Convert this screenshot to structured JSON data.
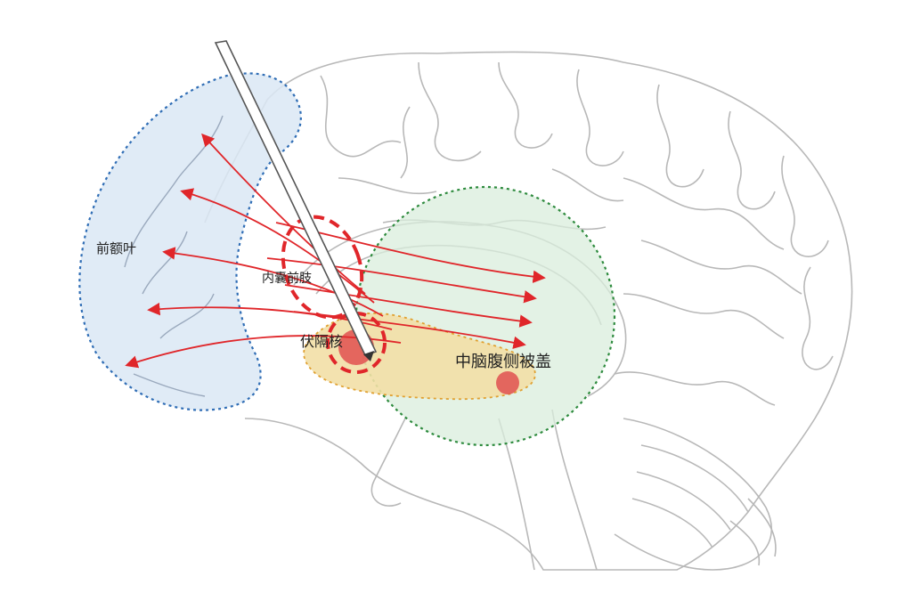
{
  "labels": {
    "prefrontal": "前额叶",
    "internal_capsule": "内囊前肢",
    "nucleus_accumbens": "伏隔核",
    "vta": "中脑腹侧被盖"
  },
  "colors": {
    "prefrontal_fill": "#dbe7f5",
    "prefrontal_border": "#2f6db5",
    "midbrain_fill": "#d9eddc",
    "midbrain_border": "#2e8b3e",
    "pathway_fill": "#f2dfa6",
    "pathway_border": "#e0a030",
    "arrow": "#e0262a",
    "target_ring": "#e0262a",
    "brain_outline": "#b8b8b8"
  },
  "icons": [
    "electrode-probe",
    "brain-outline"
  ]
}
